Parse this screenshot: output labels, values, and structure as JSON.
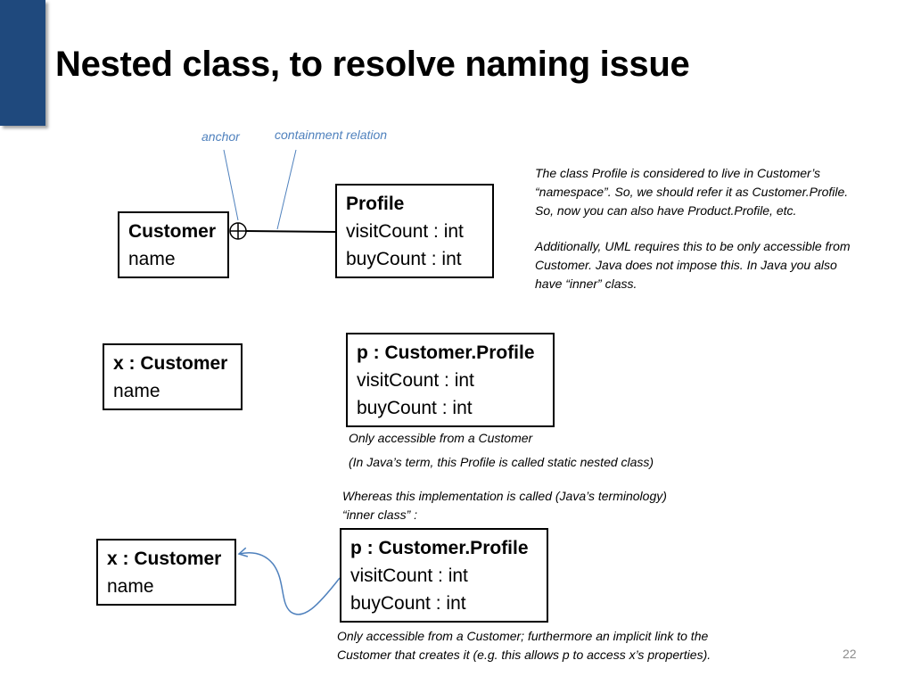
{
  "slide": {
    "title": "Nested class, to resolve naming issue",
    "page_number": "22"
  },
  "annotations": {
    "anchor": "anchor",
    "containment": "containment relation"
  },
  "class_diagram": {
    "customer": {
      "name": "Customer",
      "attrs": [
        "name"
      ]
    },
    "profile": {
      "name": "Profile",
      "attrs": [
        "visitCount : int",
        "buyCount : int"
      ]
    }
  },
  "object_diagram_nested": {
    "customer": {
      "name": "x : Customer",
      "attrs": [
        "name"
      ]
    },
    "profile": {
      "name": "p : Customer.Profile",
      "attrs": [
        "visitCount : int",
        "buyCount : int"
      ]
    },
    "note_1": "Only accessible from a Customer",
    "note_2": "(In Java’s term, this Profile is called static nested class)"
  },
  "object_diagram_inner": {
    "intro_line_1": "Whereas this implementation is called (Java’s terminology)",
    "intro_line_2": "“inner class” :",
    "customer": {
      "name": "x : Customer",
      "attrs": [
        "name"
      ]
    },
    "profile": {
      "name": "p : Customer.Profile",
      "attrs": [
        "visitCount : int",
        "buyCount : int"
      ]
    },
    "note_line_1": "Only accessible from a Customer; furthermore an implicit link to the",
    "note_line_2": "Customer that creates it (e.g. this allows p to access x’s properties)."
  },
  "explanation": {
    "para1": [
      "The class Profile is considered to live in Customer’s",
      "“namespace”.  So, we should refer it as Customer.Profile.",
      "So, now you can also have Product.Profile, etc."
    ],
    "para2": [
      "Additionally, UML requires this to be only accessible from",
      "Customer.  Java does not impose this. In Java you also",
      "have “inner” class."
    ]
  },
  "colors": {
    "accent_bar": "#1f497d",
    "annotation_blue": "#4f81bd",
    "page_number_gray": "#8c8c8c"
  }
}
